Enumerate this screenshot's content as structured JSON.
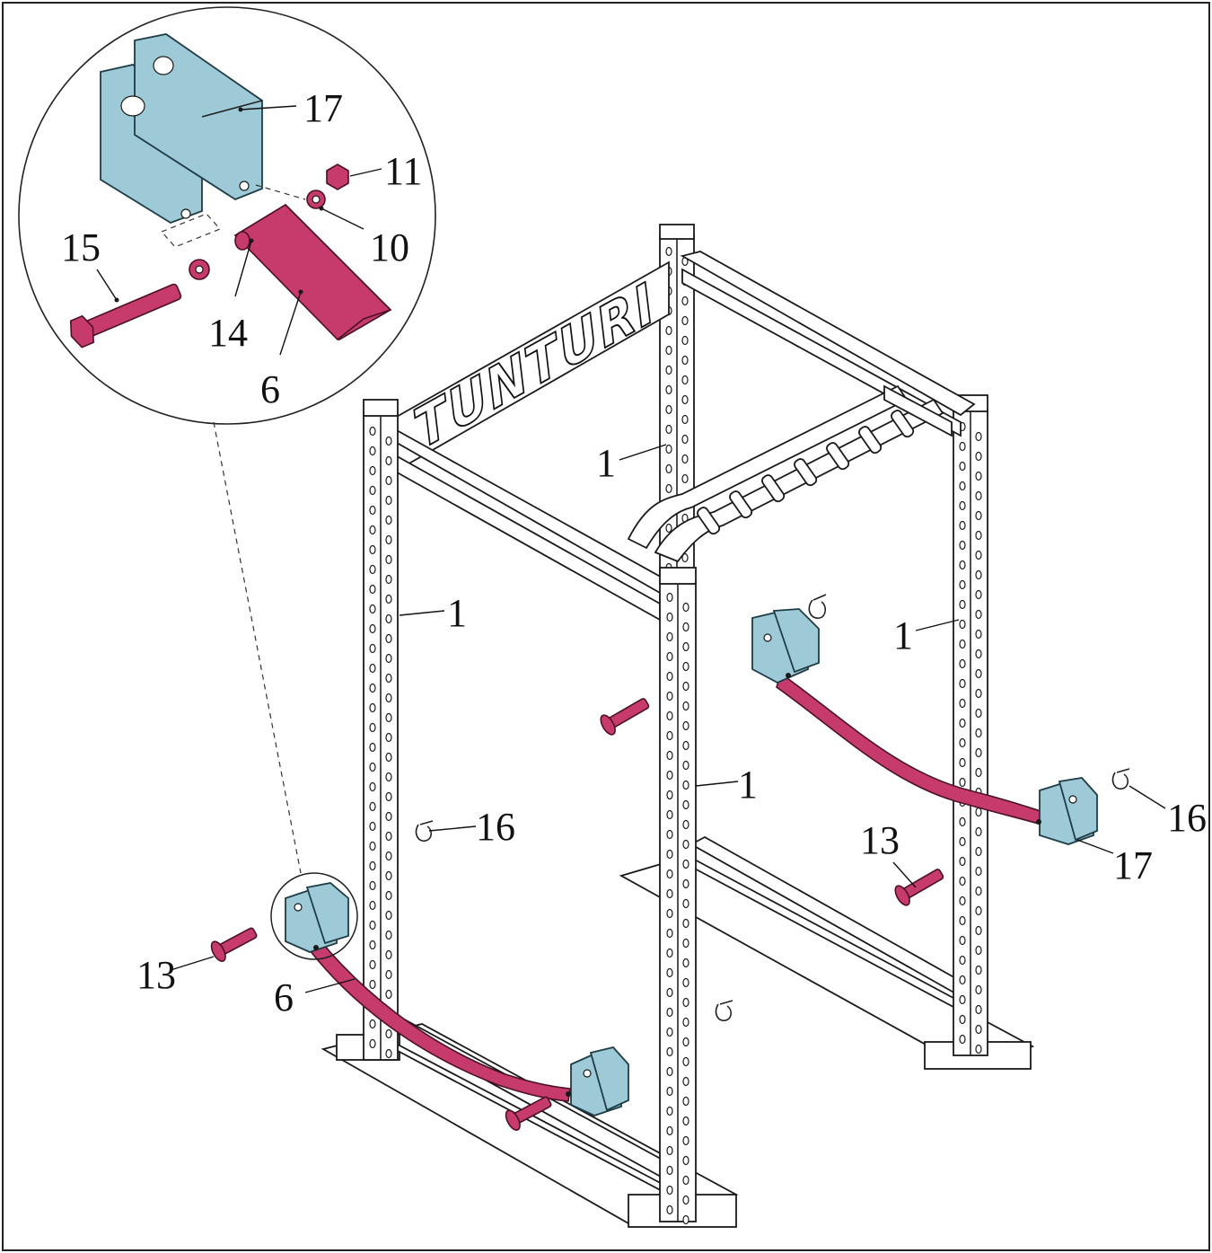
{
  "brand_text": "TUNTURI",
  "colors": {
    "part_highlight": "#c73b6c",
    "bracket": "#9ec9d6",
    "frame": "#ffffff",
    "outline": "#1a1a1a"
  },
  "detail_callout": {
    "labels": {
      "bracket": "17",
      "nut": "11",
      "washer": "10",
      "bolt": "15",
      "bushing": "14",
      "bar": "6"
    }
  },
  "main_labels": {
    "upright_back_left": "1",
    "upright_front_left": "1",
    "upright_back_right": "1",
    "upright_front_right": "1",
    "pin_left": "16",
    "pin_right": "16",
    "pull_pin_left": "13",
    "pull_pin_right": "13",
    "bar_left": "6",
    "bracket_right": "17"
  }
}
